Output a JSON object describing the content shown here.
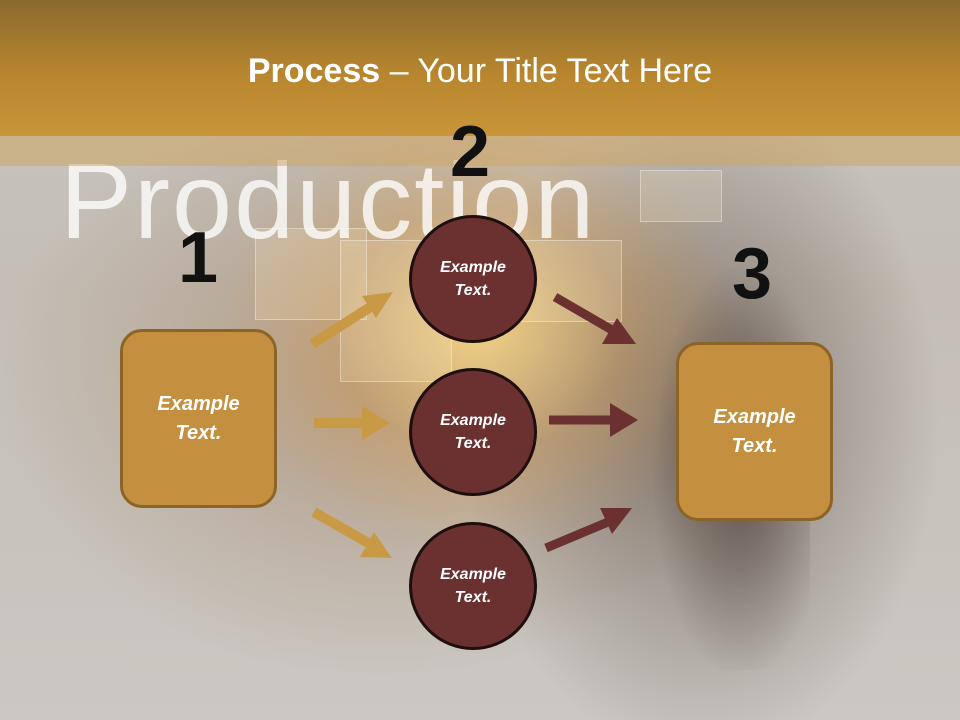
{
  "slide": {
    "title_bold": "Process",
    "title_rest": " – Your Title Text Here",
    "background_word": "Production",
    "steps": [
      "1",
      "2",
      "3"
    ],
    "left_box": "Example\nText.",
    "right_box": "Example\nText.",
    "circles": [
      "Example\nText.",
      "Example\nText.",
      "Example\nText."
    ]
  },
  "colors": {
    "header": "#b8862e",
    "box_fill": "#c4903f",
    "circle_fill": "#6b3131",
    "arrow_gold": "#c99a45",
    "arrow_maroon": "#6b3131"
  }
}
